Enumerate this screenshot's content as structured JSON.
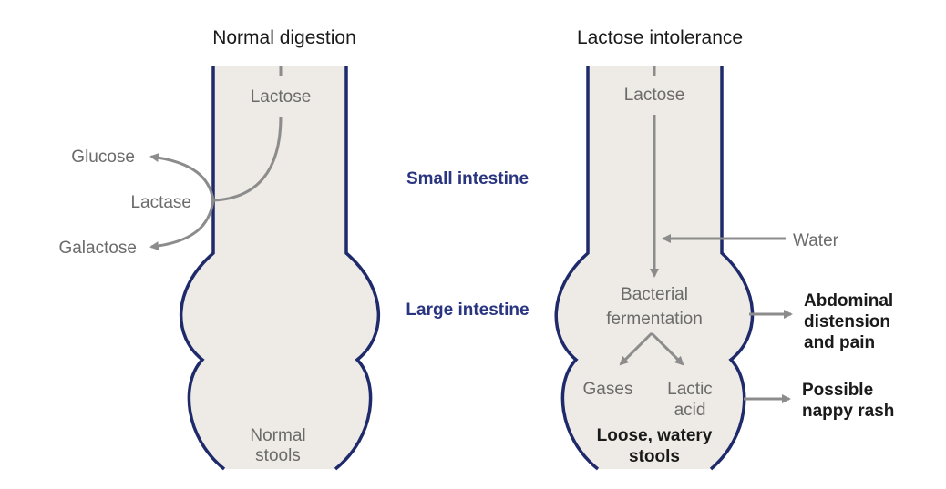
{
  "colors": {
    "intestine_fill": "#eeeae5",
    "intestine_outline": "#1f2a6b",
    "arrow": "#8c8c8c",
    "region_label": "#2a3580",
    "text_grey": "#6b6b6b",
    "text_dark": "#1a1a1a"
  },
  "normal": {
    "title": "Normal digestion",
    "lactose": "Lactose",
    "glucose": "Glucose",
    "lactase": "Lactase",
    "galactose": "Galactose",
    "stools_line1": "Normal",
    "stools_line2": "stools"
  },
  "regions": {
    "small_intestine": "Small intestine",
    "large_intestine": "Large intestine"
  },
  "intolerance": {
    "title": "Lactose intolerance",
    "lactose": "Lactose",
    "water": "Water",
    "fermentation_line1": "Bacterial",
    "fermentation_line2": "fermentation",
    "gases": "Gases",
    "lactic_line1": "Lactic",
    "lactic_line2": "acid",
    "loose_line1": "Loose, watery",
    "loose_line2": "stools",
    "abdominal_line1": "Abdominal",
    "abdominal_line2": "distension",
    "abdominal_line3": "and pain",
    "nappy_line1": "Possible",
    "nappy_line2": "nappy rash"
  }
}
